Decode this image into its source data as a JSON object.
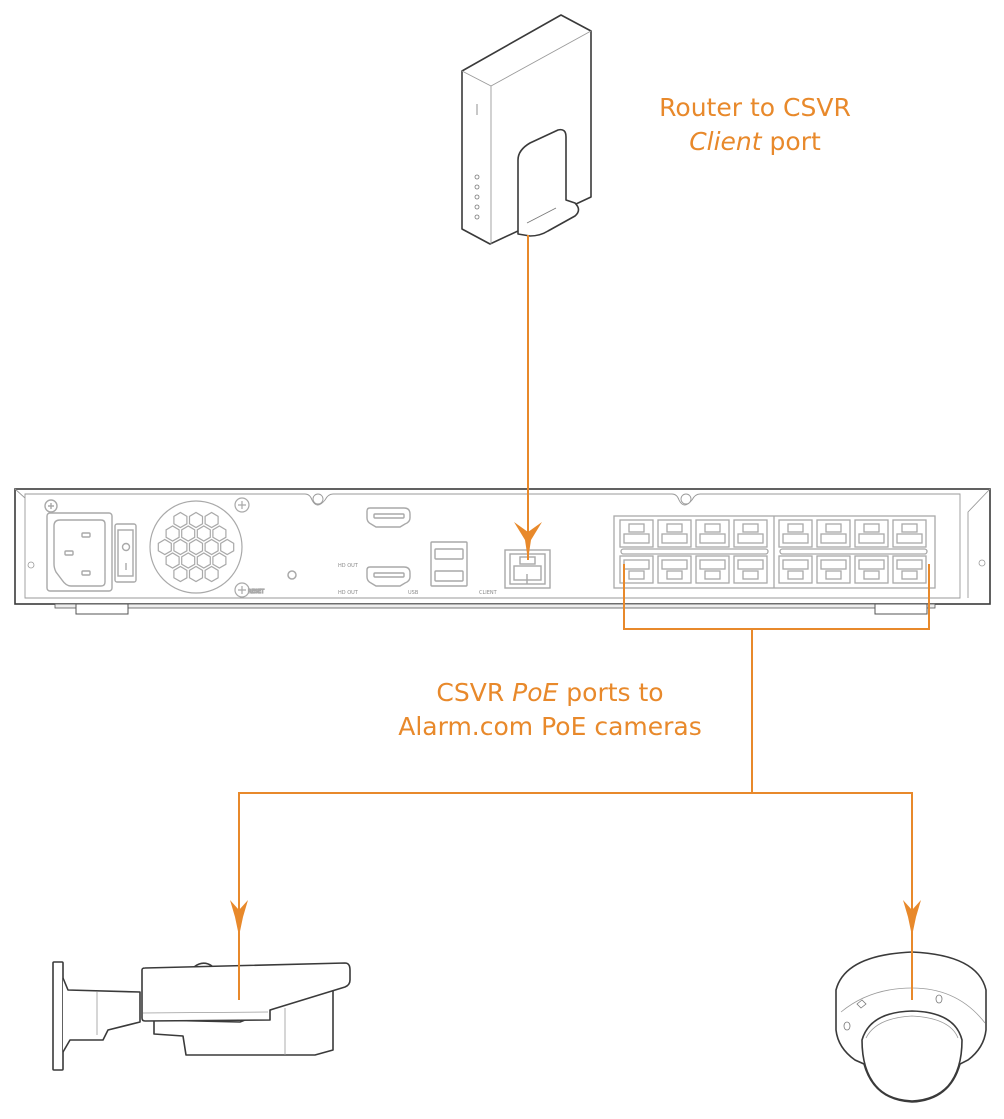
{
  "diagram": {
    "accent_color": "#E8892B",
    "line_color": "#3a3a3a",
    "router_label": {
      "line1": "Router to CSVR",
      "line2_italic": "Client",
      "line2_rest": " port"
    },
    "poe_label": {
      "line1_start": "CSVR ",
      "line1_italic": "PoE",
      "line1_end": " ports to",
      "line2": "Alarm.com PoE cameras"
    },
    "nvr_port_labels": {
      "hdmi_top": "HD OUT",
      "hdmi_bottom": "HD OUT",
      "usb": "USB",
      "client": "CLIENT",
      "reset": "RESET"
    },
    "poe_port_count": 16,
    "devices": [
      "router",
      "csvr-nvr",
      "bullet-camera",
      "dome-camera"
    ]
  }
}
